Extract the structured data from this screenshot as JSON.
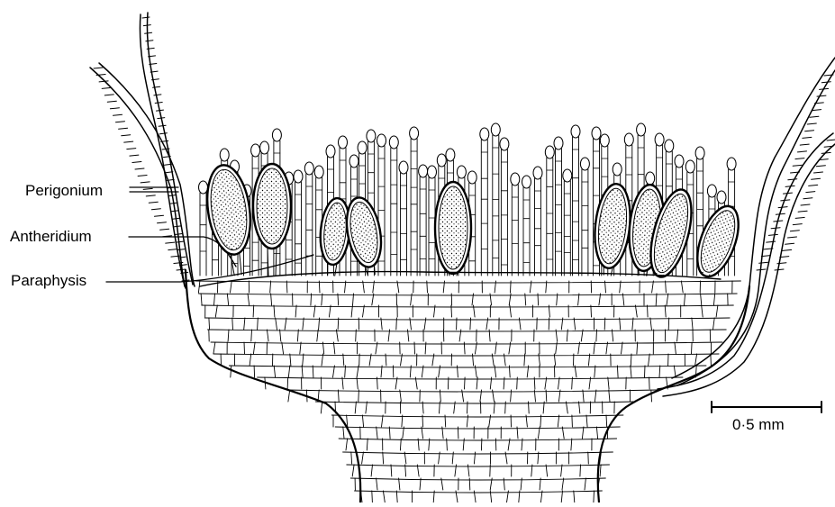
{
  "labels": {
    "perigonium": "Perigonium",
    "antheridium": "Antheridium",
    "paraphysis": "Paraphysis"
  },
  "scale_bar": {
    "label": "0·5 mm"
  },
  "colors": {
    "ink": "#000000",
    "background": "#ffffff"
  }
}
